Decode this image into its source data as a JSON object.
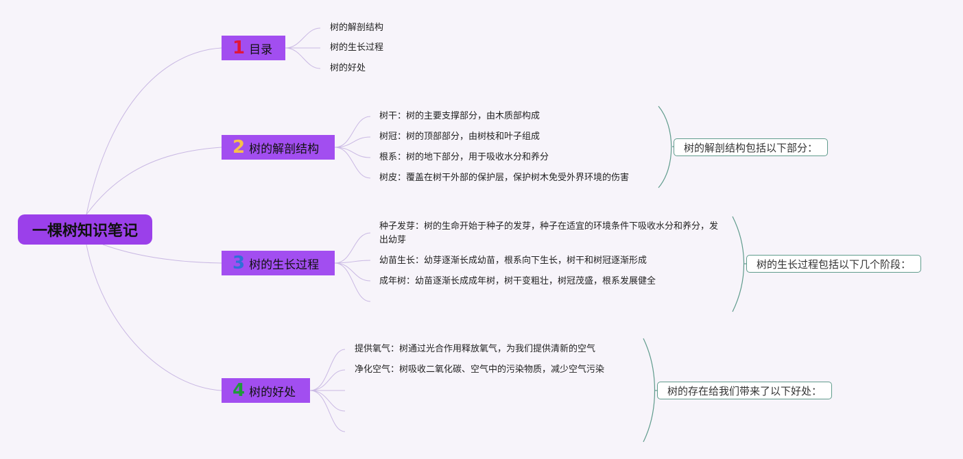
{
  "root": {
    "title": "一棵树知识笔记"
  },
  "colors": {
    "branch_bg": "#a24ef0",
    "num1": "#e0163b",
    "num2": "#f7c04a",
    "num3": "#2f6fd8",
    "num4": "#1f9a3a",
    "curve": "#c9b8e3",
    "brace": "#5f9b8c"
  },
  "branches": [
    {
      "num": "1",
      "label": "目录",
      "leaves": [
        "树的解剖结构",
        "树的生长过程",
        "树的好处"
      ]
    },
    {
      "num": "2",
      "label": "树的解剖结构",
      "leaves": [
        "树干：树的主要支撑部分，由木质部构成",
        "树冠：树的顶部部分，由树枝和叶子组成",
        "根系：树的地下部分，用于吸收水分和养分",
        "树皮：覆盖在树干外部的保护层，保护树木免受外界环境的伤害"
      ],
      "summary": "树的解剖结构包括以下部分："
    },
    {
      "num": "3",
      "label": "树的生长过程",
      "leaves": [
        "种子发芽：树的生命开始于种子的发芽，种子在适宜的环境条件下吸收水分和养分，发出幼芽",
        "幼苗生长：幼芽逐渐长成幼苗，根系向下生长，树干和树冠逐渐形成",
        "成年树：幼苗逐渐长成成年树，树干变粗壮，树冠茂盛，根系发展健全"
      ],
      "summary": "树的生长过程包括以下几个阶段："
    },
    {
      "num": "4",
      "label": "树的好处",
      "leaves": [
        "提供氧气：树通过光合作用释放氧气，为我们提供清新的空气",
        "净化空气：树吸收二氧化碳、空气中的污染物质，减少空气污染"
      ],
      "summary": "树的存在给我们带来了以下好处："
    }
  ]
}
